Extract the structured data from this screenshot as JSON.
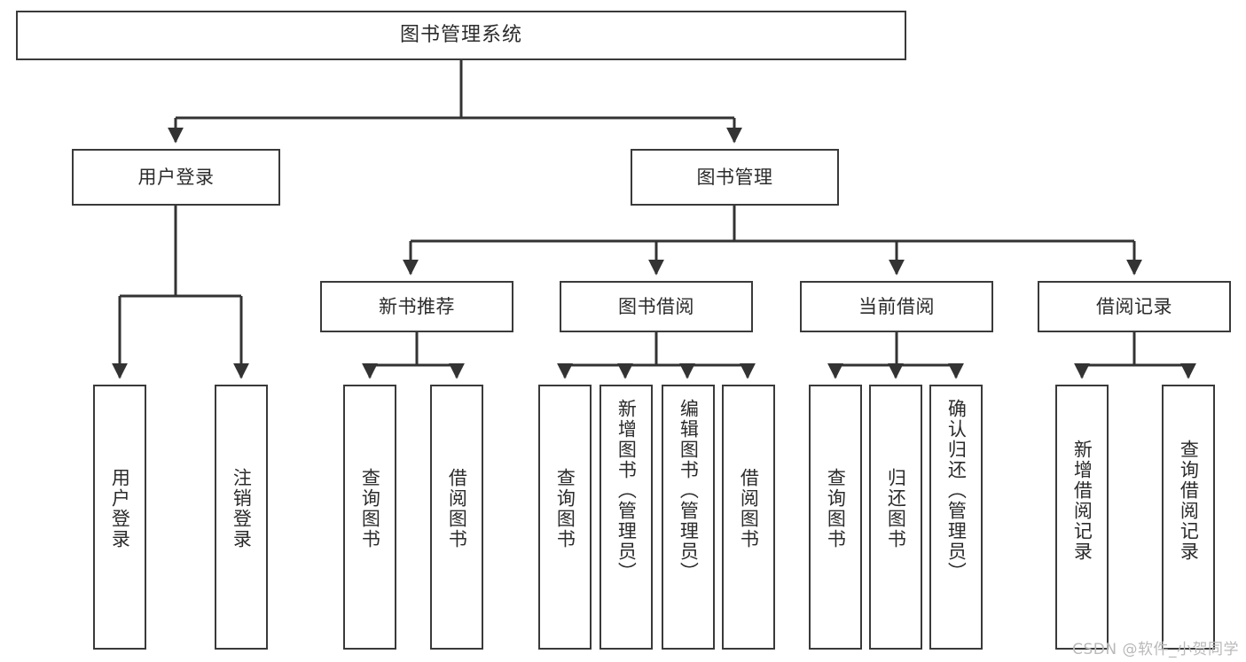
{
  "diagram": {
    "type": "tree-hierarchy",
    "title": "图书管理系统",
    "watermark": "CSDN @软件_小贺同学",
    "colors": {
      "box_stroke": "#3a3a3a",
      "box_fill": "#ffffff",
      "edge": "#333333",
      "text": "#2b2b2b",
      "watermark": "#b9b9b9"
    },
    "nodes": {
      "root": {
        "label": "图书管理系统"
      },
      "level2": [
        {
          "id": "user-login",
          "label": "用户登录"
        },
        {
          "id": "book-admin",
          "label": "图书管理"
        }
      ],
      "level3": [
        {
          "id": "new-book-rec",
          "label": "新书推荐"
        },
        {
          "id": "book-borrow",
          "label": "图书借阅"
        },
        {
          "id": "current-borrow",
          "label": "当前借阅"
        },
        {
          "id": "borrow-record",
          "label": "借阅记录"
        }
      ],
      "leaves": {
        "user-login": [
          {
            "id": "leaf-user-login",
            "label": "用户登录"
          },
          {
            "id": "leaf-logout",
            "label": "注销登录"
          }
        ],
        "new-book-rec": [
          {
            "id": "leaf-query-book-1",
            "label": "查询图书"
          },
          {
            "id": "leaf-borrow-book-1",
            "label": "借阅图书"
          }
        ],
        "book-borrow": [
          {
            "id": "leaf-query-book-2",
            "label": "查询图书"
          },
          {
            "id": "leaf-add-book",
            "label": "新增图书（管理员）"
          },
          {
            "id": "leaf-edit-book",
            "label": "编辑图书（管理员）"
          },
          {
            "id": "leaf-borrow-book-2",
            "label": "借阅图书"
          }
        ],
        "current-borrow": [
          {
            "id": "leaf-query-book-3",
            "label": "查询图书"
          },
          {
            "id": "leaf-return-book",
            "label": "归还图书"
          },
          {
            "id": "leaf-confirm-return",
            "label": "确认归还（管理员）"
          }
        ],
        "borrow-record": [
          {
            "id": "leaf-add-record",
            "label": "新增借阅记录"
          },
          {
            "id": "leaf-query-record",
            "label": "查询借阅记录"
          }
        ]
      }
    }
  }
}
